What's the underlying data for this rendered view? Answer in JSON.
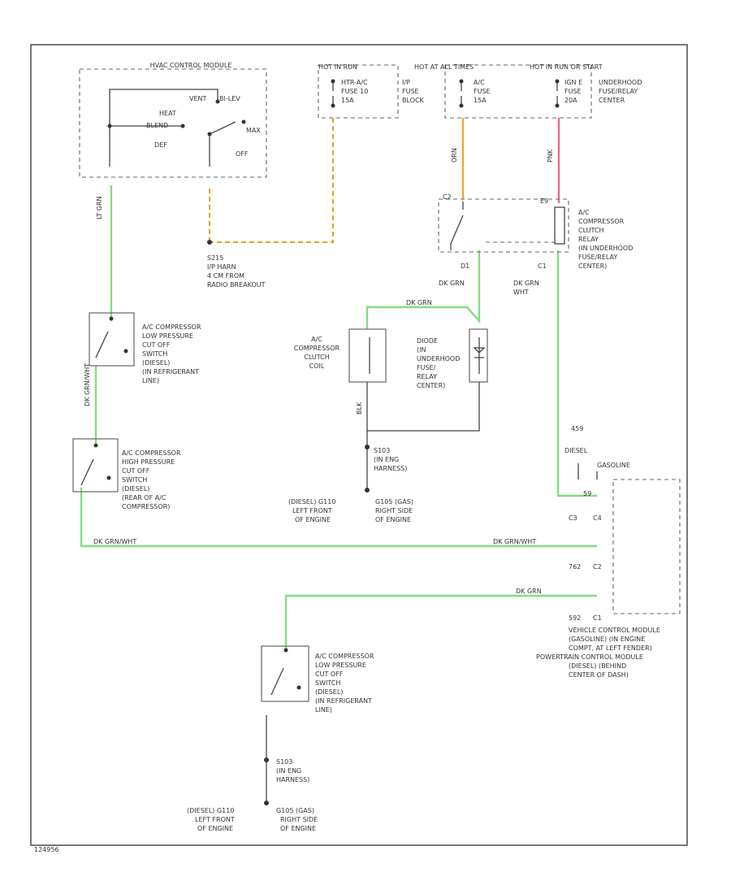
{
  "colors": {
    "lt_grn": "#7fe07f",
    "orange": "#f2a23a",
    "pink": "#f06a8a",
    "yellow_dash": "#d9a520",
    "black": "#444444",
    "frame": "#555555"
  },
  "top": {
    "hvac_module": "HVAC CONTROL MODULE",
    "hot_run": "HOT IN RUN",
    "hot_all": "HOT AT ALL TIMES",
    "hot_run_start": "HOT IN RUN OR START",
    "hvac_fuse": [
      "HTR-A/C",
      "FUSE 10",
      "15A"
    ],
    "ip_fuse_block": [
      "I/P",
      "FUSE",
      "BLOCK"
    ],
    "ac_fuse": [
      "A/C",
      "FUSE",
      "15A"
    ],
    "ign_fuse": [
      "IGN E",
      "FUSE",
      "20A"
    ],
    "underhood_center": [
      "UNDERHOOD",
      "FUSE/RELAY",
      "CENTER"
    ]
  },
  "switch_labels": {
    "vent": "VENT",
    "bi_lev": "BI-LEV",
    "heat": "HEAT",
    "blend": "BLEND",
    "def": "DEF",
    "max": "MAX",
    "off": "OFF"
  },
  "wire_labels": {
    "lt_grn": "LT GRN",
    "orn": "ORN",
    "pnk": "PNK",
    "dk_grn": "DK GRN",
    "dk_grn_wht": "DK GRN/WHT",
    "blk": "BLK",
    "dk_grn_wht2": "DK GRN/WHT",
    "dk_grn_h": "DK GRN"
  },
  "splice_s215": [
    "S215",
    "I/P HARN",
    "4 CM FROM",
    "RADIO BREAKOUT"
  ],
  "relay": [
    "A/C",
    "COMPRESSOR",
    "CLUTCH",
    "RELAY",
    "(IN UNDERHOOD",
    "FUSE/RELAY",
    "CENTER)"
  ],
  "relay_pins": {
    "c2": "C2",
    "e9": "E9",
    "d1": "D1",
    "c1": "C1"
  },
  "relay_wires": {
    "left": [
      "DK GRN"
    ],
    "right": [
      "DK GRN",
      "WHT"
    ]
  },
  "clutch_coil": [
    "A/C",
    "COMPRESSOR",
    "CLUTCH",
    "COIL"
  ],
  "diode": [
    "DIODE",
    "(IN",
    "UNDERHOOD",
    "FUSE/",
    "RELAY",
    "CENTER)"
  ],
  "s103": [
    "S103",
    "(IN ENG",
    "HARNESS)"
  ],
  "g_left": [
    "(DIESEL) G110",
    "LEFT FRONT",
    "OF ENGINE"
  ],
  "g_right": [
    "G105 (GAS)",
    "RIGHT SIDE",
    "OF ENGINE"
  ],
  "low_switch_1": [
    "A/C COMPRESSOR",
    "LOW PRESSURE",
    "CUT OFF",
    "SWITCH",
    "(DIESEL)",
    "(IN REFRIGERANT",
    "LINE)"
  ],
  "high_switch": [
    "A/C COMPRESSOR",
    "HIGH PRESSURE",
    "CUT OFF",
    "SWITCH",
    "(DIESEL)",
    "(REAR OF A/C",
    "COMPRESSOR)"
  ],
  "low_switch_2": [
    "A/C COMPRESSOR",
    "LOW PRESSURE",
    "CUT OFF",
    "SWITCH",
    "(DIESEL)",
    "(IN REFRIGERANT",
    "LINE)"
  ],
  "diesel": "DIESEL",
  "gasoline": "GASOLINE",
  "pin_nums": {
    "p459": "459",
    "p59": "59",
    "p762": "762",
    "p592": "592"
  },
  "vcm_conn": {
    "c1": "C1",
    "c2": "C2",
    "c3": "C3",
    "c4": "C4"
  },
  "vcm": [
    "VEHICLE CONTROL MODULE",
    "(GASOLINE) (IN ENGINE",
    "COMPT, AT LEFT FENDER)",
    "POWERTRAIN CONTROL MODULE",
    "(DIESEL) (BEHIND",
    "CENTER OF DASH)"
  ],
  "footer_code": "124956"
}
